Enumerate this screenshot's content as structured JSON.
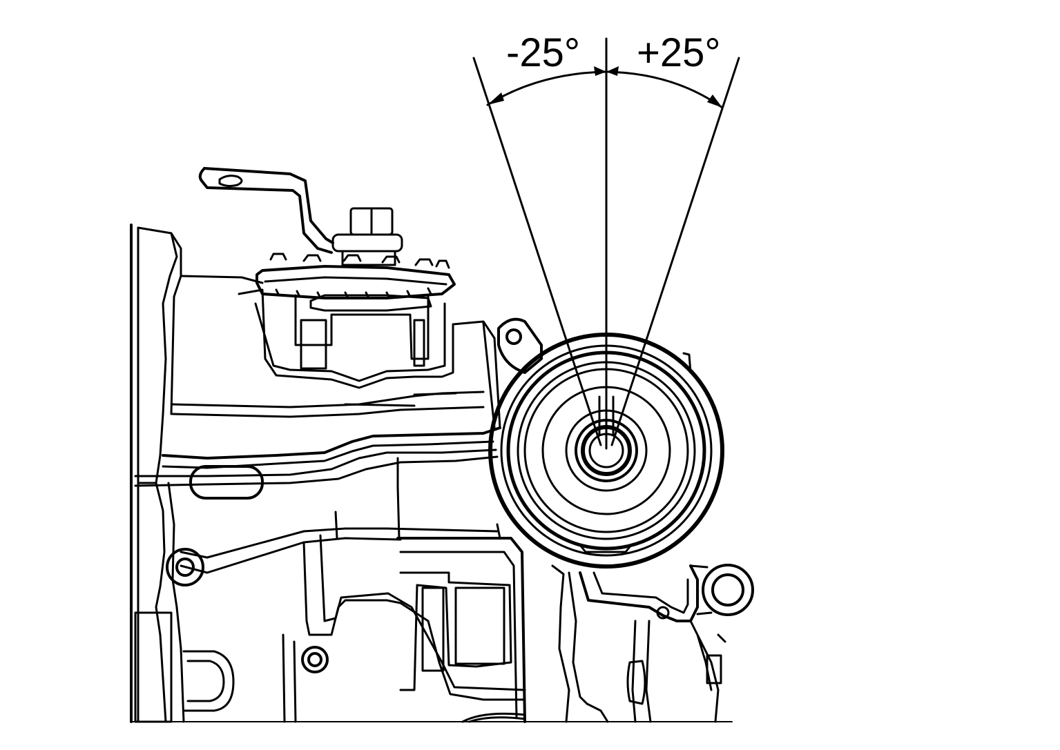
{
  "diagram": {
    "labels": {
      "negative_angle": "-25°",
      "positive_angle": "+25°"
    },
    "angle_range_deg": [
      -25,
      25
    ],
    "line_color": "#000000",
    "background_color": "#ffffff"
  }
}
